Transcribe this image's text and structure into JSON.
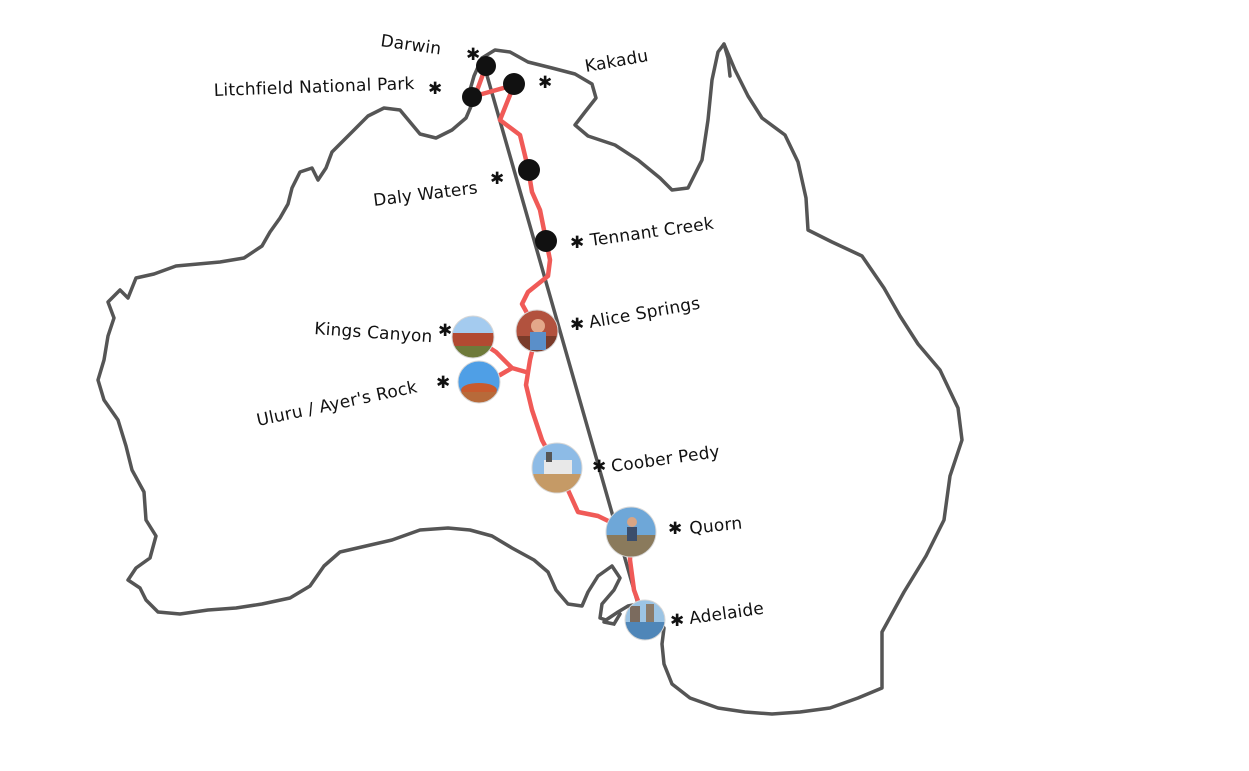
{
  "colors": {
    "coast": "#555555",
    "route": "#f05a57",
    "stop_dark": "#111111",
    "label": "#111111",
    "background": "#ffffff"
  },
  "marker_glyph": "✱",
  "stops": [
    {
      "id": "darwin",
      "label": "Darwin",
      "kind": "dark"
    },
    {
      "id": "kakadu",
      "label": "Kakadu",
      "kind": "dark"
    },
    {
      "id": "litchfield",
      "label": "Litchfield National Park",
      "kind": "dark"
    },
    {
      "id": "daly-waters",
      "label": "Daly Waters",
      "kind": "dark"
    },
    {
      "id": "tennant-creek",
      "label": "Tennant Creek",
      "kind": "dark"
    },
    {
      "id": "alice-springs",
      "label": "Alice Springs",
      "kind": "photo"
    },
    {
      "id": "kings-canyon",
      "label": "Kings Canyon",
      "kind": "photo"
    },
    {
      "id": "uluru",
      "label": "Uluru / Ayer's Rock",
      "kind": "photo"
    },
    {
      "id": "coober-pedy",
      "label": "Coober Pedy",
      "kind": "photo"
    },
    {
      "id": "quorn",
      "label": "Quorn",
      "kind": "photo"
    },
    {
      "id": "adelaide",
      "label": "Adelaide",
      "kind": "photo"
    }
  ]
}
